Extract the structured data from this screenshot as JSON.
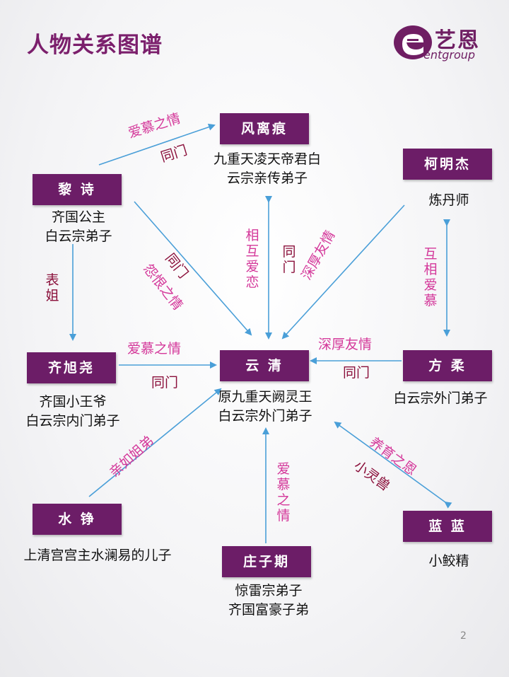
{
  "title": "人物关系图谱",
  "logo": {
    "cn": "艺恩",
    "en": "entgroup"
  },
  "page_number": "2",
  "colors": {
    "node_fill": "#6c1d67",
    "arrow": "#4a9fd8",
    "pink_label": "#d4389a",
    "red_label": "#8a0f3a"
  },
  "nodes": {
    "fengliheng": {
      "name": "风离痕",
      "desc": [
        "九重天凌天帝君白",
        "云宗亲传弟子"
      ]
    },
    "lishi": {
      "name": "黎 诗",
      "desc": [
        "齐国公主",
        "白云宗弟子"
      ]
    },
    "keminjie": {
      "name": "柯明杰",
      "desc": [
        "炼丹师"
      ]
    },
    "qixuyao": {
      "name": "齐旭尧",
      "desc": [
        "齐国小王爷",
        "白云宗内门弟子"
      ]
    },
    "yunqing": {
      "name": "云 清",
      "desc": [
        "原九重天阙灵王",
        "白云宗外门弟子"
      ]
    },
    "fangrou": {
      "name": "方 柔",
      "desc": [
        "白云宗外门弟子"
      ]
    },
    "shuizheng": {
      "name": "水 铮",
      "desc": [
        "上清宫宫主水澜易的儿子"
      ]
    },
    "lanlan": {
      "name": "蓝 蓝",
      "desc": [
        "小鲛精"
      ]
    },
    "zhuangziqi": {
      "name": "庄子期",
      "desc": [
        "惊雷宗弟子",
        "齐国富豪子弟"
      ]
    }
  },
  "relations": {
    "lishi_feng_love": "爱慕之情",
    "lishi_feng_same": "同门",
    "lishi_yun_same": "同门",
    "lishi_yun_grudge": "怨恨之情",
    "feng_yun_love": "相互爱恋",
    "feng_yun_same": "同门",
    "ke_yun_friend": "深厚友情",
    "ke_fang_love": "互相爱慕",
    "lishi_qi_cousin": "表姐",
    "qi_yun_love": "爱慕之情",
    "qi_yun_same": "同门",
    "fang_yun_friend": "深厚友情",
    "fang_yun_same": "同门",
    "shui_yun_sibling": "亲如姐弟",
    "lan_yun_raise": "养育之恩",
    "lan_yun_beast": "小灵兽",
    "zhuang_yun_love": "爱慕之情"
  }
}
